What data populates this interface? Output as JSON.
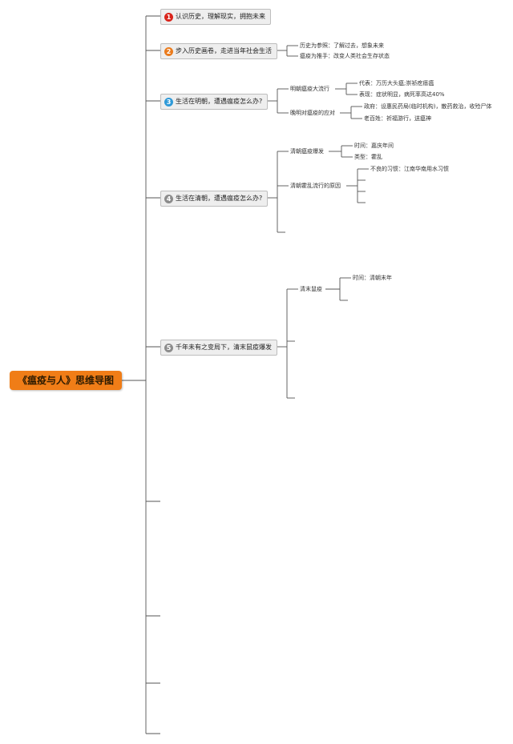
{
  "root": {
    "title": "《瘟疫与人》思维导图"
  },
  "colors": {
    "root": "#f07d17",
    "badge1": "#d9241b",
    "badge2": "#ea7b1d",
    "badge3": "#2f9ad8",
    "badge4": "#8c8c8c",
    "badge5": "#8c8c8c"
  },
  "branches": [
    {
      "num": "1",
      "label": "认识历史，理解现实，拥抱未来"
    },
    {
      "num": "2",
      "label": "步入历史画卷，走进当年社会生活"
    },
    {
      "num": "3",
      "label": "生活在明朝，遭遇瘟疫怎么办?"
    },
    {
      "num": "4",
      "label": "生活在清朝，遭遇瘟疫怎么办?"
    },
    {
      "num": "5",
      "label": "千年未有之变局下，清末鼠疫爆发"
    }
  ],
  "b2": {
    "c1": "历史为参照：了解过去，想象未来",
    "c2": "瘟疫为推手：改变人类社会生存状态"
  },
  "b3": {
    "c1": "明朝瘟疫大流行",
    "c1a": "代表：万历大头瘟;崇祯疙瘩瘟",
    "c1b": "表现：症状明显，病死率高达40%",
    "c2": "晚明对瘟疫的应对",
    "c2a": "政府：设惠民药局(临时机构)，散药救治，收殓尸体",
    "c2b": "老百姓：祈福游行，送瘟神"
  },
  "b4": {
    "c1": "清朝瘟疫爆发",
    "c1a": "时间：嘉庆年间",
    "c1b": "类型：霍乱",
    "c2": "清朝霍乱流行的原因",
    "c2a": "不良的习惯：江南华南用水习惯"
  },
  "b5": {
    "c1": "清末鼠疫",
    "c1a": "时间：清朝末年"
  }
}
